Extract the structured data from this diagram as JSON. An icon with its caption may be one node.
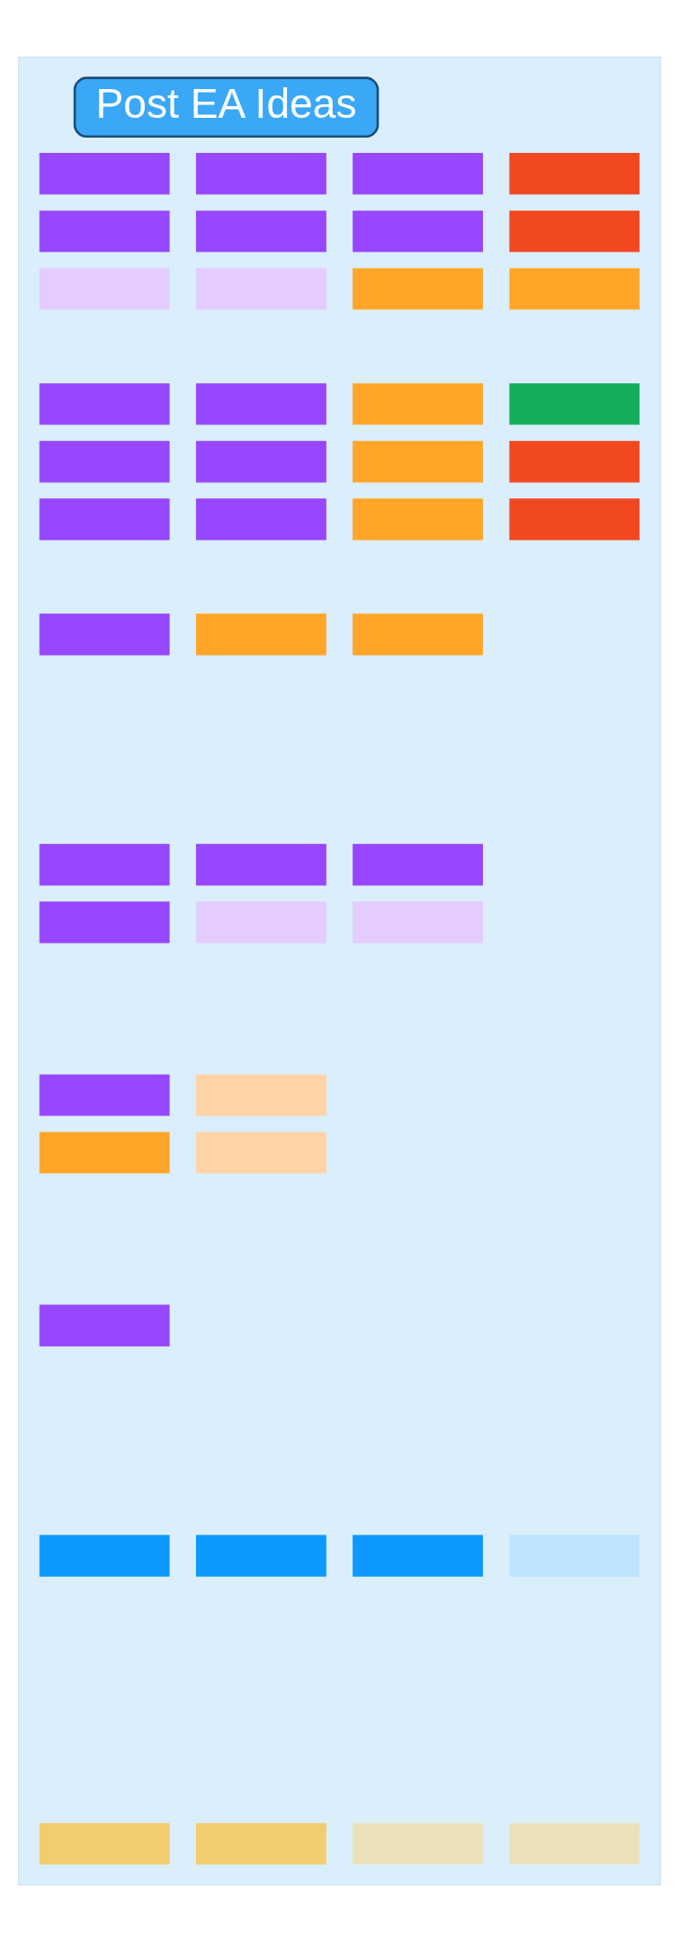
{
  "diagram": {
    "nodes": [
      {
        "text": [],
        "shape": "box"
      },
      {
        "text": [
          "Post EA Ideas"
        ],
        "in": 0
      },
      {
        "text": [],
        "shape": "box",
        "in": 0
      },
      {
        "text": [],
        "shape": "box",
        "in": 0
      },
      {
        "text": [],
        "shape": "box",
        "in": 0
      },
      {
        "text": [],
        "shape": "box",
        "in": 0
      },
      {
        "text": [],
        "shape": "box",
        "in": 0
      },
      {
        "text": [],
        "shape": "box",
        "in": 0
      },
      {
        "text": [],
        "shape": "box",
        "in": 0
      },
      {
        "text": [],
        "shape": "box",
        "in": 0
      },
      {
        "text": [],
        "shape": "box",
        "in": 0
      },
      {
        "text": [],
        "shape": "box",
        "in": 0
      },
      {
        "text": [],
        "shape": "box",
        "in": 0
      },
      {
        "text": [],
        "shape": "box",
        "in": 0
      },
      {
        "text": [],
        "shape": "box",
        "in": 0
      },
      {
        "text": [],
        "shape": "box",
        "in": 0
      },
      {
        "text": [],
        "shape": "box",
        "in": 0
      },
      {
        "text": [],
        "shape": "box",
        "in": 0
      },
      {
        "text": [],
        "shape": "box",
        "in": 0
      },
      {
        "text": [],
        "shape": "box",
        "in": 0
      },
      {
        "text": [],
        "shape": "box",
        "in": 0
      },
      {
        "text": [],
        "shape": "box",
        "in": 0
      },
      {
        "text": [],
        "shape": "box",
        "in": 0
      },
      {
        "text": [],
        "shape": "box",
        "in": 0
      },
      {
        "text": [],
        "shape": "box",
        "in": 0
      },
      {
        "text": [],
        "shape": "box",
        "in": 0
      },
      {
        "text": [],
        "shape": "box",
        "in": 0
      },
      {
        "text": [],
        "shape": "box",
        "in": 0
      },
      {
        "text": [],
        "shape": "box",
        "in": 0
      },
      {
        "text": [],
        "shape": "box",
        "in": 0
      },
      {
        "text": [],
        "shape": "box",
        "in": 0
      },
      {
        "text": [],
        "shape": "box",
        "in": 0
      },
      {
        "text": [],
        "shape": "box",
        "in": 0
      },
      {
        "text": [],
        "shape": "box",
        "in": 0
      },
      {
        "text": [],
        "shape": "box",
        "in": 0
      },
      {
        "text": [],
        "shape": "box",
        "in": 0
      },
      {
        "text": [],
        "shape": "box",
        "in": 0
      },
      {
        "text": [],
        "shape": "box",
        "in": 0
      },
      {
        "text": [],
        "shape": "box",
        "in": 0
      },
      {
        "text": [],
        "shape": "box",
        "in": 0
      },
      {
        "text": [],
        "shape": "box",
        "in": 0
      },
      {
        "text": [],
        "shape": "box",
        "in": 0
      },
      {
        "text": [],
        "shape": "box",
        "in": 0
      },
      {
        "text": [],
        "shape": "box",
        "in": 0
      },
      {
        "text": [],
        "shape": "box",
        "in": 0
      },
      {
        "text": [],
        "shape": "box",
        "in": 0
      },
      {
        "text": [],
        "shape": "box",
        "in": 0
      },
      {
        "text": [],
        "shape": "box",
        "in": 0
      }
    ]
  }
}
